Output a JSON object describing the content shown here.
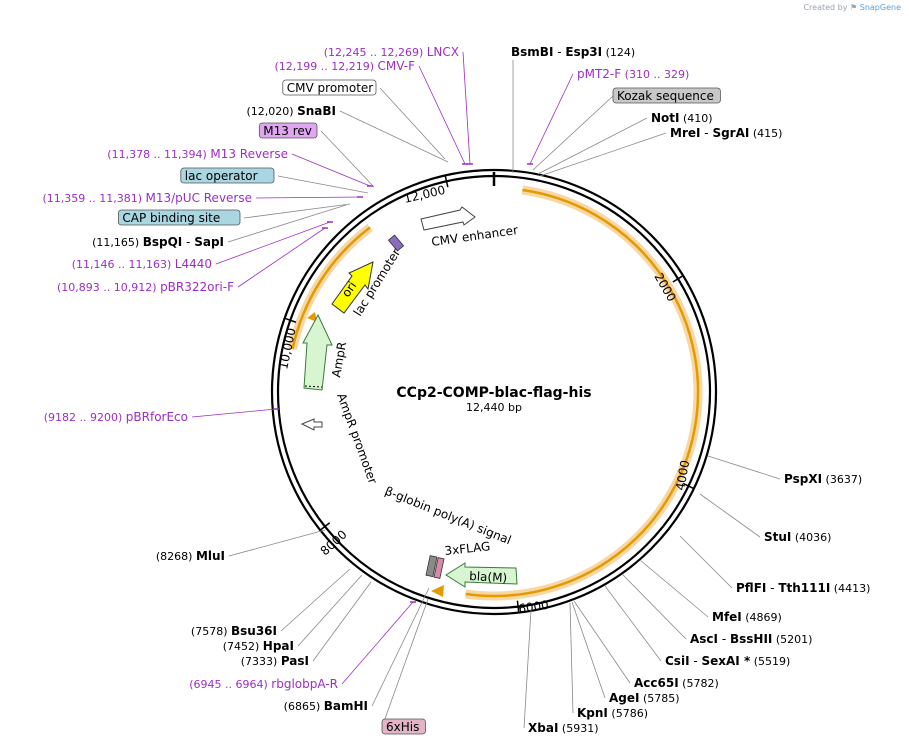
{
  "credit": {
    "prefix": "Created by",
    "brand": "SnapGene"
  },
  "plasmid": {
    "name": "CCp2-COMP-blac-flag-his",
    "size": "12,440 bp"
  },
  "colors": {
    "primer": "#9b2ec8",
    "feature_fill": "#d7f5d0",
    "feature_stroke": "#3a7a3a",
    "ori": "#ffff00",
    "orf": "#e59a00",
    "backbone": "#000000",
    "sites_line": "#888888"
  },
  "ruler_ticks": [
    {
      "label": "12,000"
    },
    {
      "label": "2000"
    },
    {
      "label": "4000"
    },
    {
      "label": "6000"
    },
    {
      "label": "8000"
    },
    {
      "label": "10,000"
    }
  ],
  "sites": [
    {
      "name": "BsmBI",
      "name2": "Esp3I",
      "pos": "(124)",
      "kind": "enzyme"
    },
    {
      "name": "pMT2-F",
      "pos": "(310 .. 329)",
      "kind": "primer"
    },
    {
      "name": "Kozak sequence",
      "pos": "",
      "kind": "box-grey"
    },
    {
      "name": "NotI",
      "name2": "",
      "pos": "(410)",
      "kind": "enzyme"
    },
    {
      "name": "MreI",
      "name2": "SgrAI",
      "pos": "(415)",
      "kind": "enzyme"
    },
    {
      "name": "PspXI",
      "name2": "",
      "pos": "(3637)",
      "kind": "enzyme"
    },
    {
      "name": "StuI",
      "name2": "",
      "pos": "(4036)",
      "kind": "enzyme"
    },
    {
      "name": "PflFI",
      "name2": "Tth111I",
      "pos": "(4413)",
      "kind": "enzyme"
    },
    {
      "name": "MfeI",
      "name2": "",
      "pos": "(4869)",
      "kind": "enzyme"
    },
    {
      "name": "AscI",
      "name2": "BssHII",
      "pos": "(5201)",
      "kind": "enzyme"
    },
    {
      "name": "CsiI",
      "name2": "SexAI *",
      "pos": "(5519)",
      "kind": "enzyme"
    },
    {
      "name": "Acc65I",
      "name2": "",
      "pos": "(5782)",
      "kind": "enzyme"
    },
    {
      "name": "AgeI",
      "name2": "",
      "pos": "(5785)",
      "kind": "enzyme"
    },
    {
      "name": "KpnI",
      "name2": "",
      "pos": "(5786)",
      "kind": "enzyme"
    },
    {
      "name": "XbaI",
      "name2": "",
      "pos": "(5931)",
      "kind": "enzyme"
    },
    {
      "name": "6xHis",
      "pos": "",
      "kind": "box-pink"
    },
    {
      "name": "BamHI",
      "name2": "",
      "pos": "(6865)",
      "kind": "enzyme-left"
    },
    {
      "name": "rbglobpA-R",
      "pos": "(6945 .. 6964)",
      "kind": "primer-left"
    },
    {
      "name": "PasI",
      "name2": "",
      "pos": "(7333)",
      "kind": "enzyme-left"
    },
    {
      "name": "HpaI",
      "name2": "",
      "pos": "(7452)",
      "kind": "enzyme-left"
    },
    {
      "name": "Bsu36I",
      "name2": "",
      "pos": "(7578)",
      "kind": "enzyme-left"
    },
    {
      "name": "MluI",
      "name2": "",
      "pos": "(8268)",
      "kind": "enzyme-left"
    },
    {
      "name": "pBRforEco",
      "pos": "(9182 .. 9200)",
      "kind": "primer-left"
    },
    {
      "name": "pBR322ori-F",
      "pos": "(10,893 .. 10,912)",
      "kind": "primer-left"
    },
    {
      "name": "L4440",
      "pos": "(11,146 .. 11,163)",
      "kind": "primer-left"
    },
    {
      "name": "BspQI",
      "name2": "SapI",
      "pos": "(11,165)",
      "kind": "enzyme-left"
    },
    {
      "name": "CAP binding site",
      "pos": "",
      "kind": "box-teal"
    },
    {
      "name": "M13/pUC Reverse",
      "pos": "(11,359 .. 11,381)",
      "kind": "primer-left"
    },
    {
      "name": "lac operator",
      "pos": "",
      "kind": "box-teal"
    },
    {
      "name": "M13 Reverse",
      "pos": "(11,378 .. 11,394)",
      "kind": "primer-left"
    },
    {
      "name": "M13 rev",
      "pos": "",
      "kind": "box-purple"
    },
    {
      "name": "SnaBI",
      "name2": "",
      "pos": "(12,020)",
      "kind": "enzyme-left"
    },
    {
      "name": "CMV promoter",
      "pos": "",
      "kind": "box-white"
    },
    {
      "name": "CMV-F",
      "pos": "(12,199 .. 12,219)",
      "kind": "primer-left"
    },
    {
      "name": "LNCX",
      "pos": "(12,245 .. 12,269)",
      "kind": "primer-left"
    }
  ],
  "inner_features": [
    {
      "label": "CMV enhancer"
    },
    {
      "label": "lac promoter"
    },
    {
      "label": "ori"
    },
    {
      "label": "AmpR"
    },
    {
      "label": "AmpR promoter"
    },
    {
      "label": "β-globin poly(A) signal"
    },
    {
      "label": "3xFLAG"
    },
    {
      "label": "bla(M)"
    }
  ]
}
